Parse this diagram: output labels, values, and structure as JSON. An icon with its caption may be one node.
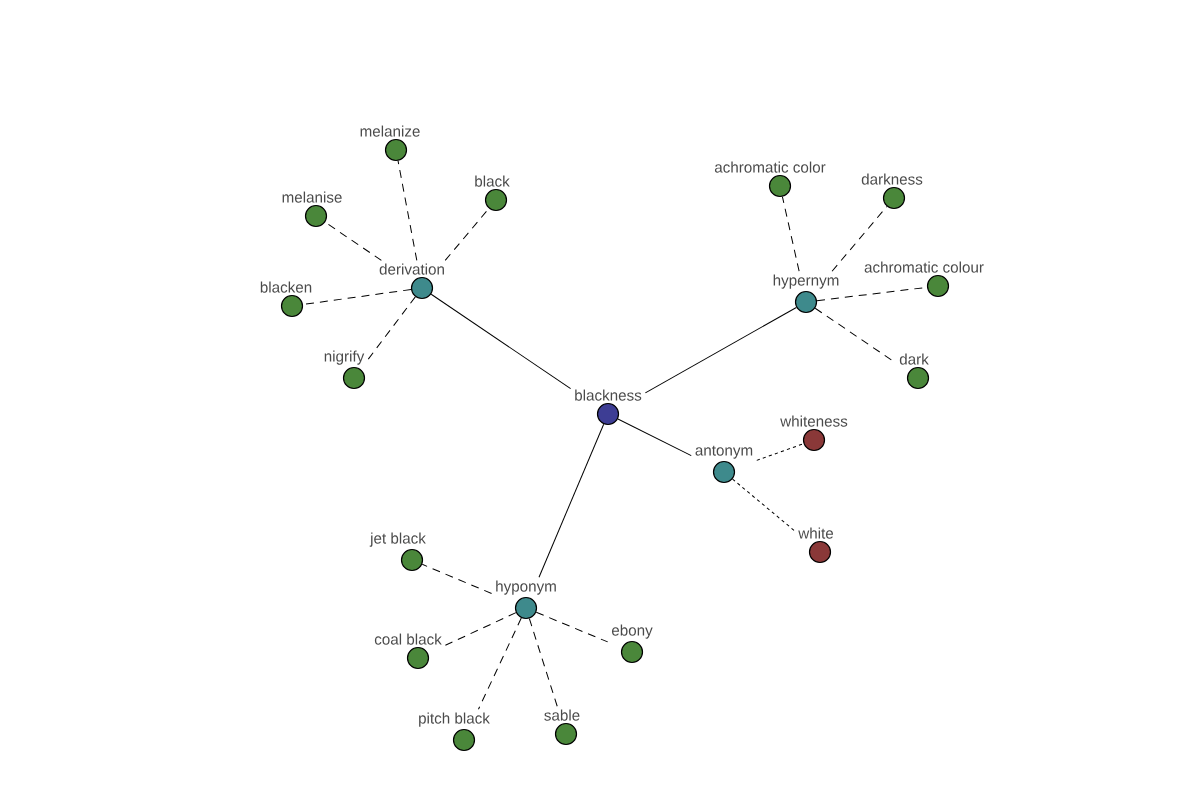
{
  "diagram": {
    "nodes": [
      {
        "text": [
          "blackness"
        ]
      },
      {
        "text": [
          "derivation"
        ]
      },
      {
        "text": [
          "melanize"
        ]
      },
      {
        "text": [
          "melanise"
        ]
      },
      {
        "text": [
          "black"
        ]
      },
      {
        "text": [
          "blacken"
        ]
      },
      {
        "text": [
          "nigrify"
        ]
      },
      {
        "text": [
          "hypernym"
        ]
      },
      {
        "text": [
          "achromatic color"
        ]
      },
      {
        "text": [
          "darkness"
        ]
      },
      {
        "text": [
          "achromatic colour"
        ]
      },
      {
        "text": [
          "dark"
        ]
      },
      {
        "text": [
          "antonym"
        ]
      },
      {
        "text": [
          "whiteness"
        ]
      },
      {
        "text": [
          "white"
        ]
      },
      {
        "text": [
          "hyponym"
        ]
      },
      {
        "text": [
          "jet black"
        ]
      },
      {
        "text": [
          "coal black"
        ]
      },
      {
        "text": [
          "ebony"
        ]
      },
      {
        "text": [
          "pitch black"
        ]
      },
      {
        "text": [
          "sable"
        ]
      }
    ],
    "edges": [
      {
        "from": 0,
        "to": 1,
        "arrow": "none"
      },
      {
        "from": 0,
        "to": 7,
        "arrow": "none"
      },
      {
        "from": 0,
        "to": 12,
        "arrow": "none"
      },
      {
        "from": 0,
        "to": 15,
        "arrow": "none"
      },
      {
        "from": 1,
        "to": 2,
        "arrow": "none",
        "style": "dashed"
      },
      {
        "from": 1,
        "to": 3,
        "arrow": "none",
        "style": "dashed"
      },
      {
        "from": 1,
        "to": 4,
        "arrow": "none",
        "style": "dashed"
      },
      {
        "from": 1,
        "to": 5,
        "arrow": "none",
        "style": "dashed"
      },
      {
        "from": 1,
        "to": 6,
        "arrow": "none",
        "style": "dashed"
      },
      {
        "from": 7,
        "to": 8,
        "arrow": "none",
        "style": "dashed"
      },
      {
        "from": 7,
        "to": 9,
        "arrow": "none",
        "style": "dashed"
      },
      {
        "from": 7,
        "to": 10,
        "arrow": "none",
        "style": "dashed"
      },
      {
        "from": 7,
        "to": 11,
        "arrow": "none",
        "style": "dashed"
      },
      {
        "from": 12,
        "to": 13,
        "arrow": "none",
        "style": "dashed"
      },
      {
        "from": 12,
        "to": 14,
        "arrow": "none",
        "style": "dashed"
      },
      {
        "from": 15,
        "to": 16,
        "arrow": "none",
        "style": "dashed"
      },
      {
        "from": 15,
        "to": 17,
        "arrow": "none",
        "style": "dashed"
      },
      {
        "from": 15,
        "to": 18,
        "arrow": "none",
        "style": "dashed"
      },
      {
        "from": 15,
        "to": 19,
        "arrow": "none",
        "style": "dashed"
      },
      {
        "from": 15,
        "to": 20,
        "arrow": "none",
        "style": "dashed"
      }
    ]
  }
}
